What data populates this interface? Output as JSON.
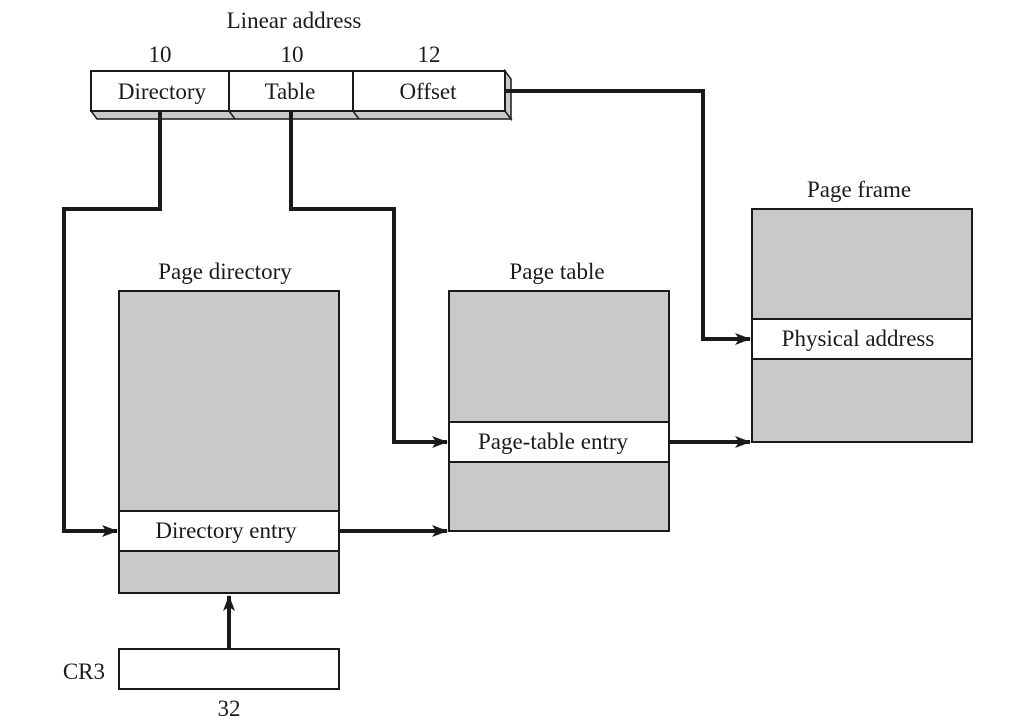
{
  "linear_address": {
    "title": "Linear address",
    "fields": [
      {
        "bits": "10",
        "label": "Directory"
      },
      {
        "bits": "10",
        "label": "Table"
      },
      {
        "bits": "12",
        "label": "Offset"
      }
    ]
  },
  "page_directory": {
    "title": "Page directory",
    "entry_label": "Directory entry"
  },
  "page_table": {
    "title": "Page table",
    "entry_label": "Page-table entry"
  },
  "page_frame": {
    "title": "Page frame",
    "entry_label": "Physical address"
  },
  "cr3": {
    "label": "CR3",
    "bits": "32"
  },
  "colors": {
    "box_fill": "#c8c9cb",
    "line": "#1a1a1a"
  }
}
